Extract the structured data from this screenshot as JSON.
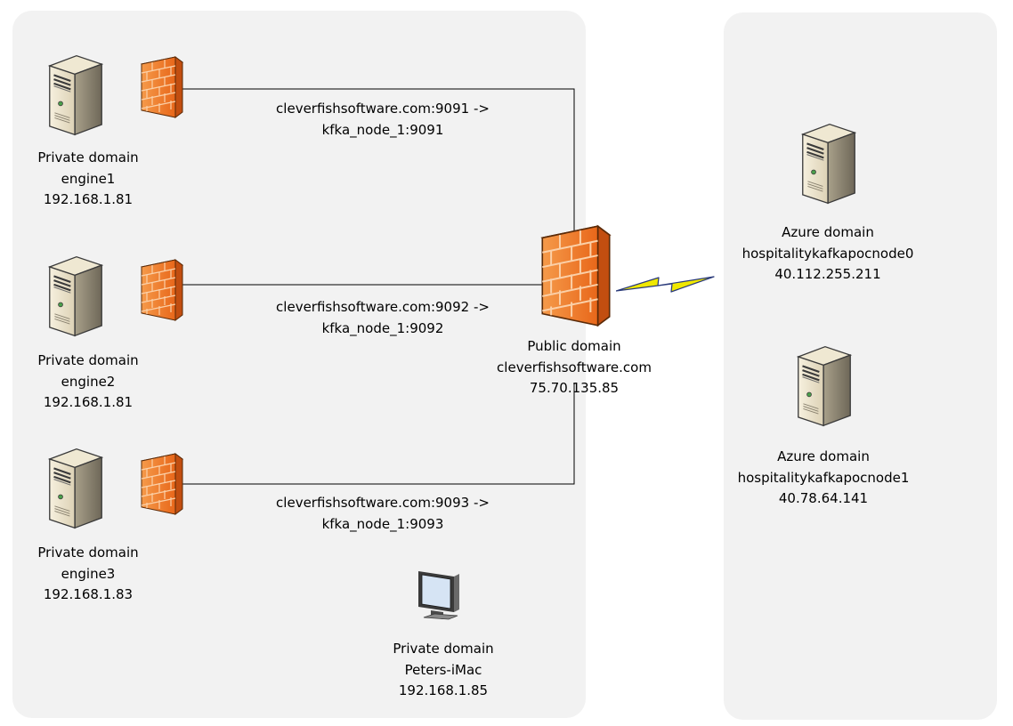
{
  "private_nodes": [
    {
      "domain": "Private domain",
      "name": "engine1",
      "ip": "192.168.1.81"
    },
    {
      "domain": "Private domain",
      "name": "engine2",
      "ip": "192.168.1.81"
    },
    {
      "domain": "Private domain",
      "name": "engine3",
      "ip": "192.168.1.83"
    }
  ],
  "port_mappings": [
    {
      "line1": "cleverfishsoftware.com:9091 ->",
      "line2": "kfka_node_1:9091"
    },
    {
      "line1": "cleverfishsoftware.com:9092 ->",
      "line2": "kfka_node_1:9092"
    },
    {
      "line1": "cleverfishsoftware.com:9093 ->",
      "line2": "kfka_node_1:9093"
    }
  ],
  "public_gateway": {
    "domain": "Public domain",
    "name": "cleverfishsoftware.com",
    "ip": "75.70.135.85"
  },
  "workstation": {
    "domain": "Private domain",
    "name": "Peters-iMac",
    "ip": "192.168.1.85"
  },
  "azure_nodes": [
    {
      "domain": "Azure domain",
      "name": "hospitalitykafkapocnode0",
      "ip": "40.112.255.211"
    },
    {
      "domain": "Azure domain",
      "name": "hospitalitykafkapocnode1",
      "ip": "40.78.64.141"
    }
  ],
  "colors": {
    "zone": "#f2f2f2",
    "firewall": "#f07a28",
    "server_body": "#e6dcc4",
    "lightning": "#f0e800",
    "wire": "#000000"
  },
  "icons": [
    "server-icon",
    "firewall-icon",
    "monitor-icon",
    "lightning-icon"
  ]
}
